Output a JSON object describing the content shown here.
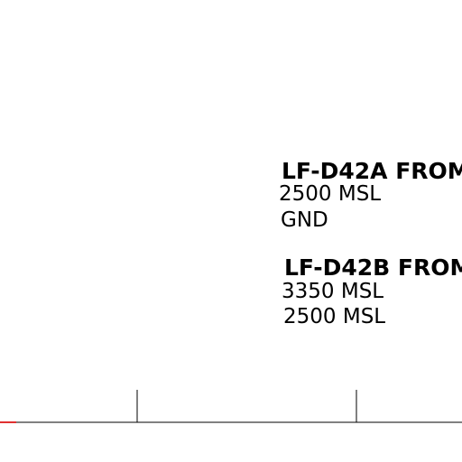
{
  "airspace": [
    {
      "name": "LF-D42A FROM",
      "upper": "2500 MSL",
      "lower": "GND"
    },
    {
      "name": "LF-D42B FROM",
      "upper": "3350 MSL",
      "lower": "2500 MSL"
    }
  ],
  "colors": {
    "text": "#000000",
    "line": "#000000",
    "accent": "#e03030",
    "background": "#ffffff"
  }
}
